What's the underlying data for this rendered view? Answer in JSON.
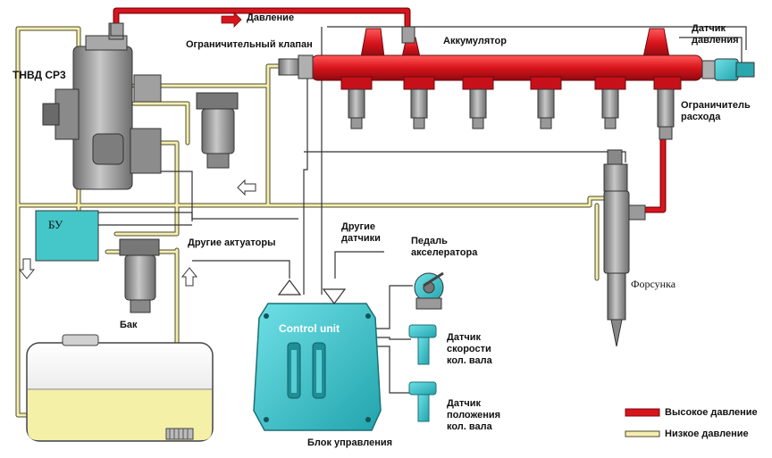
{
  "colors": {
    "high_pressure": "#d9141c",
    "low_pressure_fill": "#f5eeb0",
    "low_pressure_edge": "#4a4a2a",
    "control_unit": "#3fc4cc",
    "sensor": "#3fc4cc",
    "component_gray": "#9a9a9a",
    "tank_fuel": "#f4f0a8"
  },
  "labels": {
    "pressure": "Давление",
    "limiting_valve": "Ограничительный клапан",
    "accumulator": "Аккумулятор",
    "pressure_sensor": "Датчик давления",
    "flow_limiter": "Ограничитель расхода",
    "pump": "ТНВД СР3",
    "bu": "БУ",
    "tank": "Бак",
    "other_actuators": "Другие актуаторы",
    "other_sensors": "Другие датчики",
    "accelerator_pedal": "Педаль акселератора",
    "control_unit_en": "Control unit",
    "control_unit_ru": "Блок управления",
    "crank_speed_sensor": "Датчик скорости кол. вала",
    "crank_position_sensor": "Датчик положения кол. вала",
    "injector": "Форсунка"
  },
  "legend": [
    {
      "label": "Высокое давление",
      "kind": "high"
    },
    {
      "label": "Низкое давление",
      "kind": "low"
    }
  ]
}
